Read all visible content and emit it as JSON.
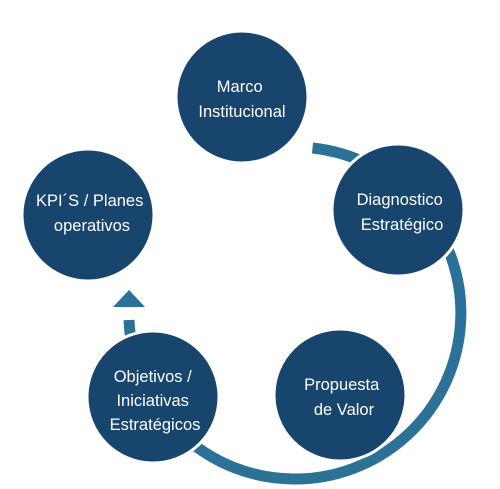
{
  "diagram": {
    "type": "cycle",
    "colors": {
      "node_fill": "#17456e",
      "node_stroke": "#ffffff",
      "connector": "#2c7197",
      "text": "#ffffff",
      "background": "#ffffff"
    },
    "nodes": [
      {
        "id": "marco",
        "lines": [
          "Marco",
          "Institucional"
        ]
      },
      {
        "id": "diagnostico",
        "lines": [
          "Diagnostico",
          "Estratégico"
        ]
      },
      {
        "id": "propuesta",
        "lines": [
          "Propuesta",
          "de Valor"
        ]
      },
      {
        "id": "objetivos",
        "lines": [
          "Objetivos /",
          "Iniciativas",
          "Estratégicos"
        ]
      },
      {
        "id": "kpis",
        "lines": [
          "KPI´S / Planes",
          "operativos"
        ]
      }
    ]
  }
}
